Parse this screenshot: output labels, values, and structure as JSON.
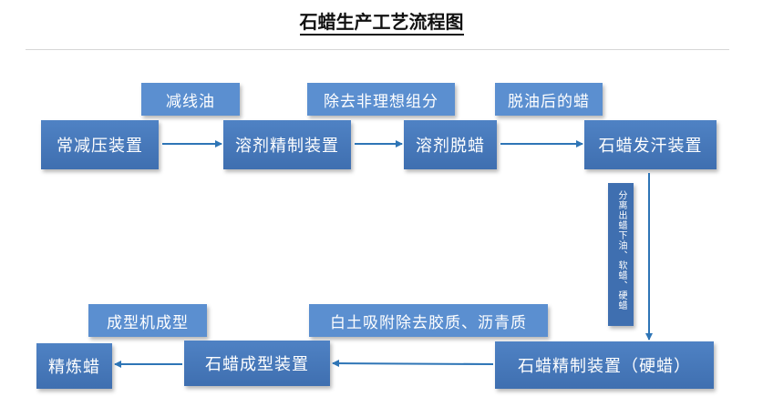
{
  "title": "石蜡生产工艺流程图",
  "process_boxes": {
    "atm_vacuum_unit": "常减压装置",
    "solvent_refining_unit": "溶剂精制装置",
    "solvent_dewaxing": "溶剂脱蜡",
    "wax_sweating_unit": "石蜡发汗装置",
    "wax_refining_unit": "石蜡精制装置（硬蜡）",
    "wax_molding_unit": "石蜡成型装置",
    "refined_wax": "精炼蜡"
  },
  "notes": {
    "reduced_line_oil": "减线油",
    "remove_undesired": "除去非理想组分",
    "deoiled_wax": "脱油后的蜡",
    "sweating_separation": "分离出蜡下油、软蜡、硬蜡",
    "clay_adsorption": "白土吸附除去胶质、沥青质",
    "molding_machine": "成型机成型"
  },
  "colors": {
    "box": "#3f6fb0",
    "box_light": "#5b8fd0",
    "arrow": "#2e75b6"
  }
}
